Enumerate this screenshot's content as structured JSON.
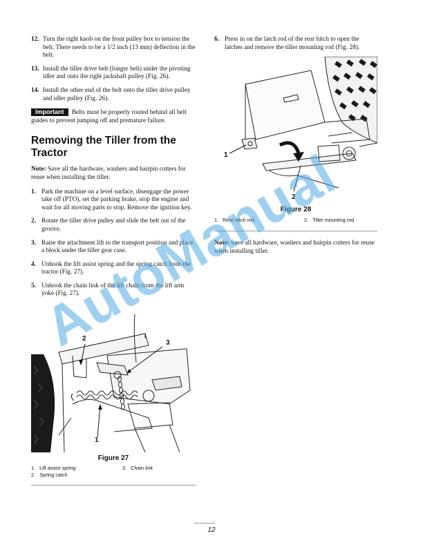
{
  "left": {
    "steps_top": [
      {
        "num": "12.",
        "text": "Turn the right knob on the front pulley box to tension the belt. There needs to be a 1/2 inch (13 mm) deflection in the belt."
      },
      {
        "num": "13.",
        "text": "Install the tiller drive belt (longer belt) under the pivoting idler and onto the right jackshaft pulley (Fig. 26)."
      },
      {
        "num": "14.",
        "text": "Install the other end of the belt onto the tiller drive pulley and idler pulley (Fig. 26)."
      }
    ],
    "important": {
      "label": "Important",
      "text": "Belts must be properly routed behind all belt guides to prevent jumping off and premature failure."
    },
    "heading": "Removing the Tiller from the Tractor",
    "note": {
      "label": "Note:",
      "text": "Save all the hardware, washers and hairpin cotters for reuse when installing the tiller."
    },
    "steps": [
      {
        "num": "1.",
        "text": "Park the machine on a level surface, disengage the power take off (PTO), set the parking brake, stop the engine and wait for all moving parts to stop. Remove the ignition key."
      },
      {
        "num": "2.",
        "text": "Rotate the tiller drive pulley and slide the belt out of the groove."
      },
      {
        "num": "3.",
        "text": "Raise the attachment lift to the transport position and place a block under the tiller gear case."
      },
      {
        "num": "4.",
        "text": "Unhook the lift assist spring and the spring catch from the tractor (Fig. 27)."
      },
      {
        "num": "5.",
        "text": "Unhook the chain link of the lift chain from the lift arm yoke (Fig. 27)."
      }
    ],
    "figure": {
      "callouts": [
        "1",
        "2",
        "3"
      ],
      "title": "Figure 27",
      "legend": [
        "1.   Lift assist spring",
        "2.   Spring catch",
        "3.   Chain link"
      ]
    }
  },
  "right": {
    "step": {
      "num": "6.",
      "text": "Press in on the latch rod of the rear hitch to open the latches and remove the tiller mounting rod (Fig. 28)."
    },
    "figure": {
      "callouts": [
        "1",
        "2"
      ],
      "title": "Figure 28",
      "legend": [
        "1.   Rear latch rod",
        "2.   Tiller mounting rod"
      ]
    },
    "note": {
      "label": "Note:",
      "text": "Save all hardware, washers and hairpin cotters for reuse when installing tiller."
    }
  },
  "watermark": "AutoManual",
  "page_number": "12"
}
